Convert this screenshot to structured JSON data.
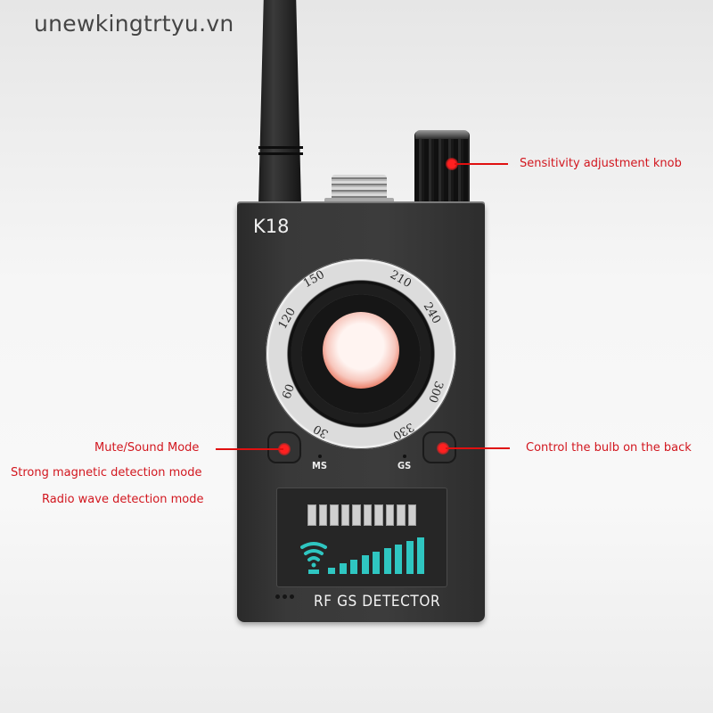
{
  "watermark": {
    "text": "unewkingtrtyu.vn"
  },
  "device": {
    "model": "K18",
    "brand_label": "RF GS DETECTOR",
    "dial_numbers": [
      "30",
      "60",
      "120",
      "150",
      "210",
      "240",
      "300",
      "330"
    ],
    "buttons": [
      {
        "label": "MS"
      },
      {
        "label": "GS"
      }
    ],
    "display": {
      "led_segments": 10,
      "signal_bars": 9,
      "signal_color": "#2fc6c1"
    }
  },
  "callouts": {
    "knob": "Sensitivity adjustment knob",
    "mute": "Mute/Sound Mode",
    "magnetic": "Strong magnetic detection mode",
    "radio": "Radio wave detection mode",
    "bulb": "Control the bulb on the back"
  },
  "colors": {
    "callout_text": "#d2171f",
    "callout_line": "#e01010",
    "device_body": "#3a3a3a"
  }
}
